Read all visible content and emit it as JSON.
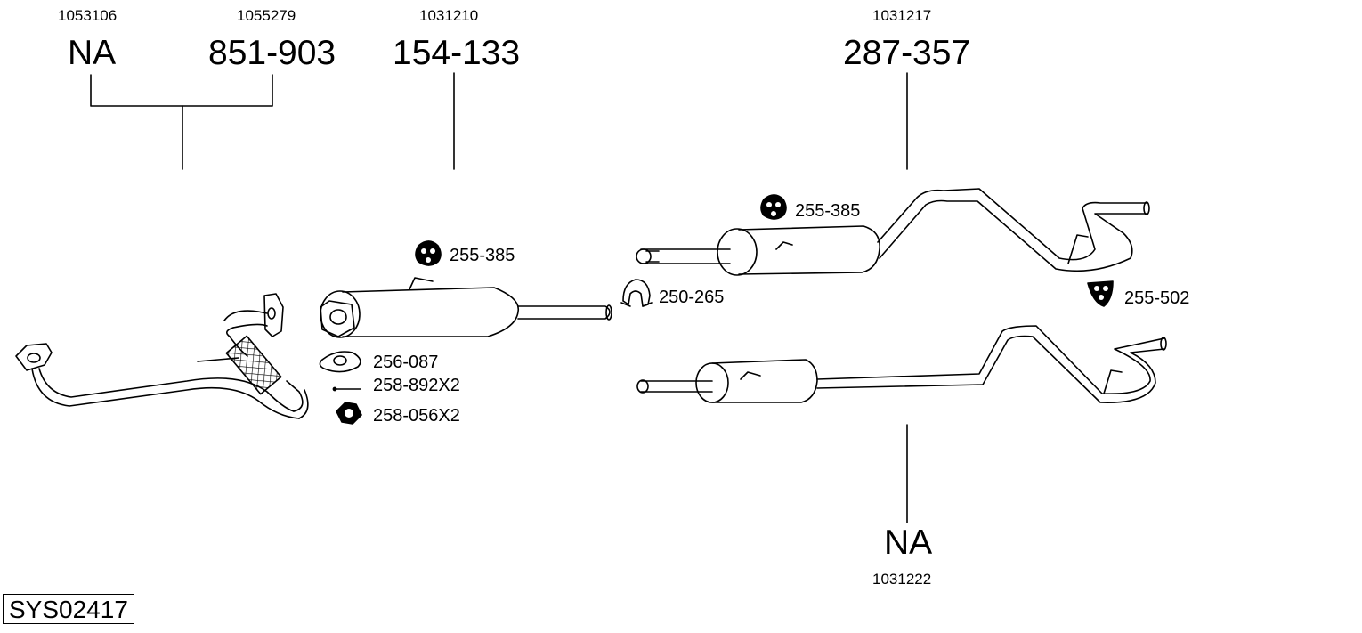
{
  "diagram_id": "SYS02417",
  "groups": [
    {
      "ref": "1053106",
      "part": "NA"
    },
    {
      "ref": "1055279",
      "part": "851-903"
    },
    {
      "ref": "1031210",
      "part": "154-133"
    },
    {
      "ref": "1031217",
      "part": "287-357"
    },
    {
      "ref": "1031222",
      "part": "NA"
    }
  ],
  "accessories": [
    {
      "label": "255-385"
    },
    {
      "label": "256-087"
    },
    {
      "label": "258-892X2"
    },
    {
      "label": "258-056X2"
    },
    {
      "label": "255-385"
    },
    {
      "label": "250-265"
    },
    {
      "label": "255-502"
    }
  ]
}
